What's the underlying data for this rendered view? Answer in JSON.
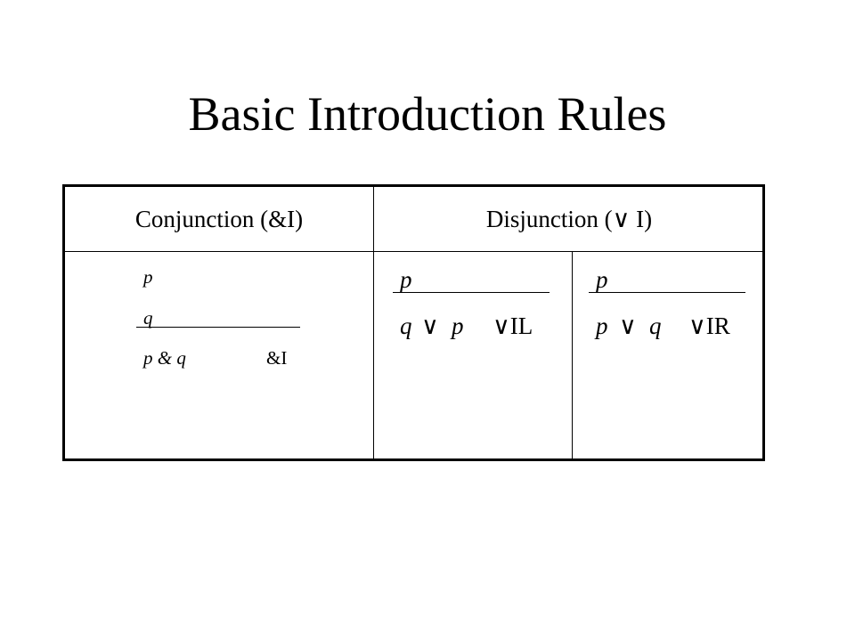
{
  "slide": {
    "title": "Basic Introduction Rules"
  },
  "table": {
    "headers": {
      "conjunction": "Conjunction (&I)",
      "disjunction": "Disjunction (∨ I)"
    },
    "conjunction_rule": {
      "premise_1": "p",
      "premise_2": "q",
      "conclusion": "p & q",
      "rule_label": "&I"
    },
    "disjunction_left_rule": {
      "premise": "p",
      "conclusion_left": "q",
      "operator": "∨",
      "conclusion_right": "p",
      "rule_label": "∨IL"
    },
    "disjunction_right_rule": {
      "premise": "p",
      "conclusion_left": "p",
      "operator": "∨",
      "conclusion_right": "q",
      "rule_label": "∨IR"
    }
  }
}
